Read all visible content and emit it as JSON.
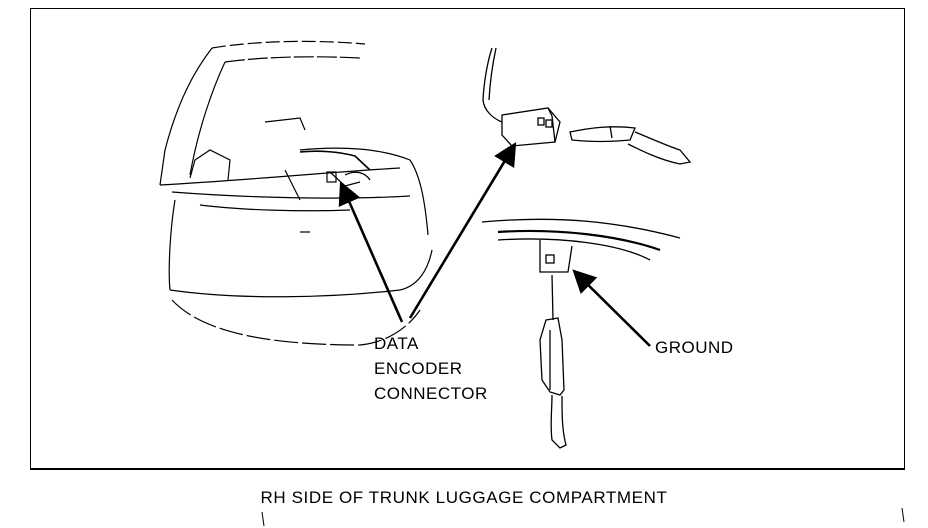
{
  "labels": {
    "data_encoder_line1": "DATA",
    "data_encoder_line2": "ENCODER",
    "data_encoder_line3": "CONNECTOR",
    "ground": "GROUND"
  },
  "caption": "RH SIDE OF TRUNK LUGGAGE COMPARTMENT"
}
